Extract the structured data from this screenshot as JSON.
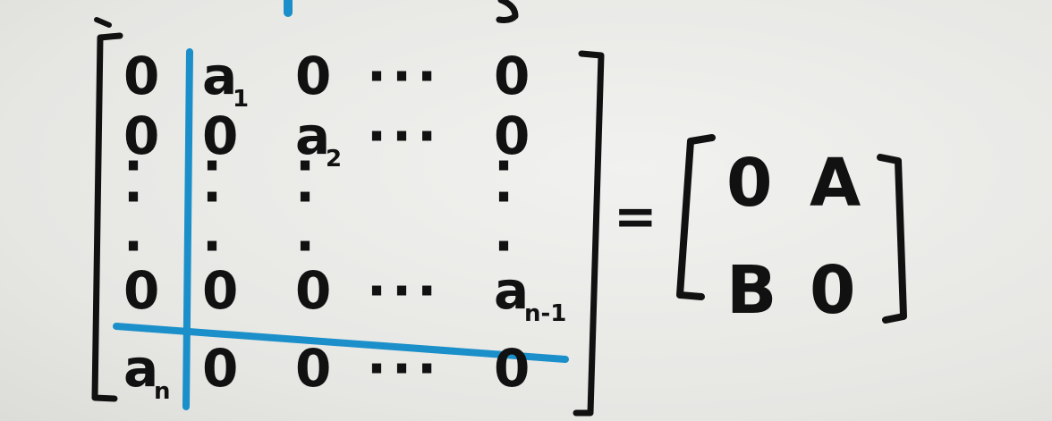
{
  "left_matrix": {
    "rows": [
      [
        "0",
        "a",
        "0",
        "···",
        "0"
      ],
      [
        "0",
        "0",
        "a",
        "···",
        "0"
      ],
      [
        "·",
        "·",
        "·",
        "",
        "·"
      ],
      [
        "·",
        "·",
        "·",
        "",
        "·"
      ],
      [
        "·",
        "·",
        "·",
        "",
        "·"
      ],
      [
        "0",
        "0",
        "0",
        "···",
        "a"
      ],
      [
        "a",
        "0",
        "0",
        "···",
        "0"
      ]
    ],
    "subscripts": {
      "r0c1": "1",
      "r1c2": "2",
      "r5c4": "n-1",
      "r6c0": "n"
    }
  },
  "equals": "=",
  "right_matrix": {
    "rows": [
      [
        "0",
        "A"
      ],
      [
        "B",
        "0"
      ]
    ]
  },
  "colors": {
    "ink": "#111111",
    "partition_lines": "#1a8fc9",
    "board": "#e9e9e7"
  }
}
